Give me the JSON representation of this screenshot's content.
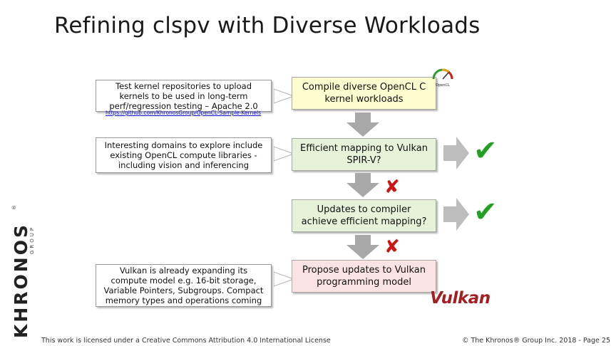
{
  "slide": {
    "title": "Refining clspv with Diverse Workloads",
    "brand": {
      "logo_letters": "KHRONOS",
      "logo_sub": "GROUP",
      "registered": "®"
    },
    "notes": {
      "repositories": "Test kernel repositories to upload kernels to be used in long-term perf/regression testing – Apache 2.0",
      "repositories_link": "https://github.com/KhronosGroup/OpenCL-Sample-Kernels",
      "domains": "Interesting domains to explore include existing OpenCL compute libraries - including vision and inferencing",
      "vulkan": "Vulkan is already expanding its compute model e.g. 16-bit storage, Variable Pointers, Subgroups. Compact memory types and operations coming"
    },
    "steps": [
      {
        "label": "Compile diverse OpenCL C kernel workloads",
        "color": "#fffccf"
      },
      {
        "label": "Efficient mapping to Vulkan SPIR-V?",
        "color": "#e6f3d9",
        "outcome": "check"
      },
      {
        "label": "Updates to compiler achieve efficient mapping?",
        "color": "#e6f3d9",
        "outcome": "check"
      },
      {
        "label": "Propose updates to Vulkan programming model",
        "color": "#fbe3e4"
      }
    ],
    "icons": {
      "opencl_logo_text": "OpenCL",
      "vulkan_logo_text": "Vulkan",
      "check_glyph": "✔",
      "cross_glyph": "✘"
    },
    "footer": {
      "license": "This work is licensed under a Creative Commons Attribution 4.0 International License",
      "copyright": "© The Khronos® Group Inc. 2018 - Page 25"
    }
  }
}
